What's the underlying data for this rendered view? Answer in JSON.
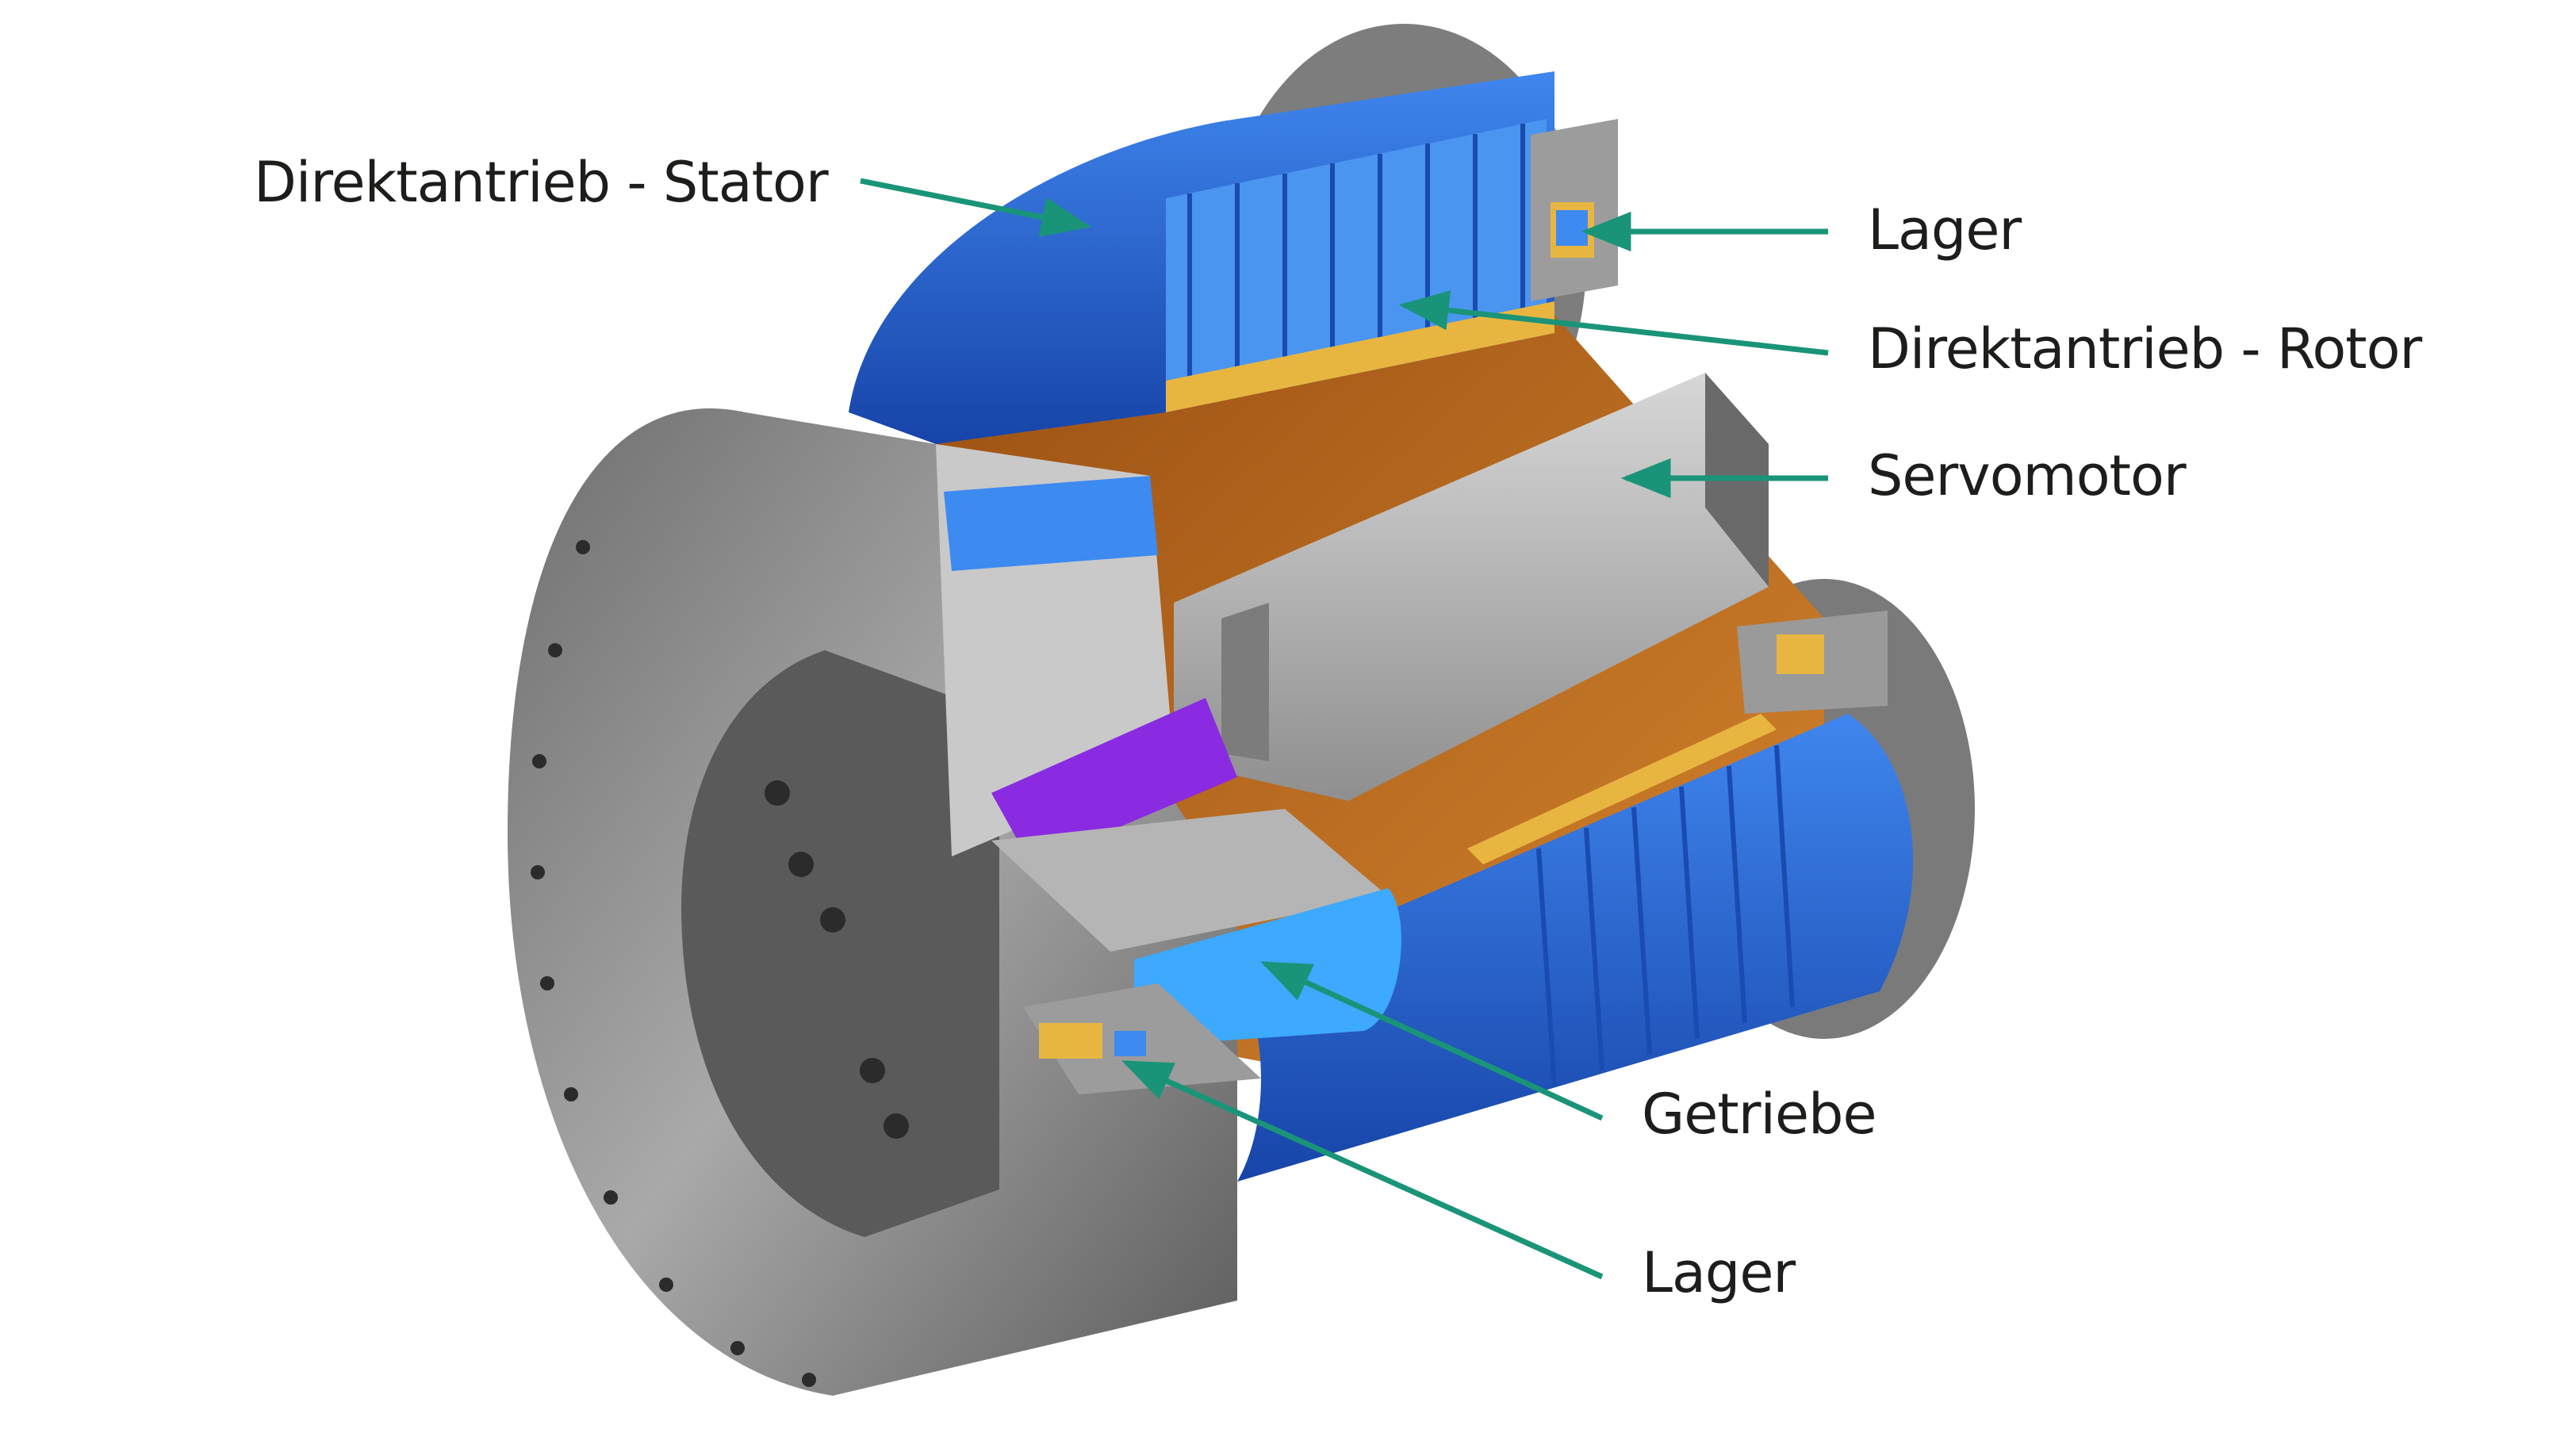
{
  "labels": {
    "stator": "Direktantrieb - Stator",
    "lager_top": "Lager",
    "rotor": "Direktantrieb - Rotor",
    "servomotor": "Servomotor",
    "getriebe": "Getriebe",
    "lager_bottom": "Lager"
  },
  "colors": {
    "arrow": "#1a9478",
    "stator_blue": "#1f5fd0",
    "rotor_gold": "#e8b640",
    "frame_gray": "#8a8a8a",
    "gear_purple": "#8a2be2",
    "copper": "#b8661e"
  }
}
